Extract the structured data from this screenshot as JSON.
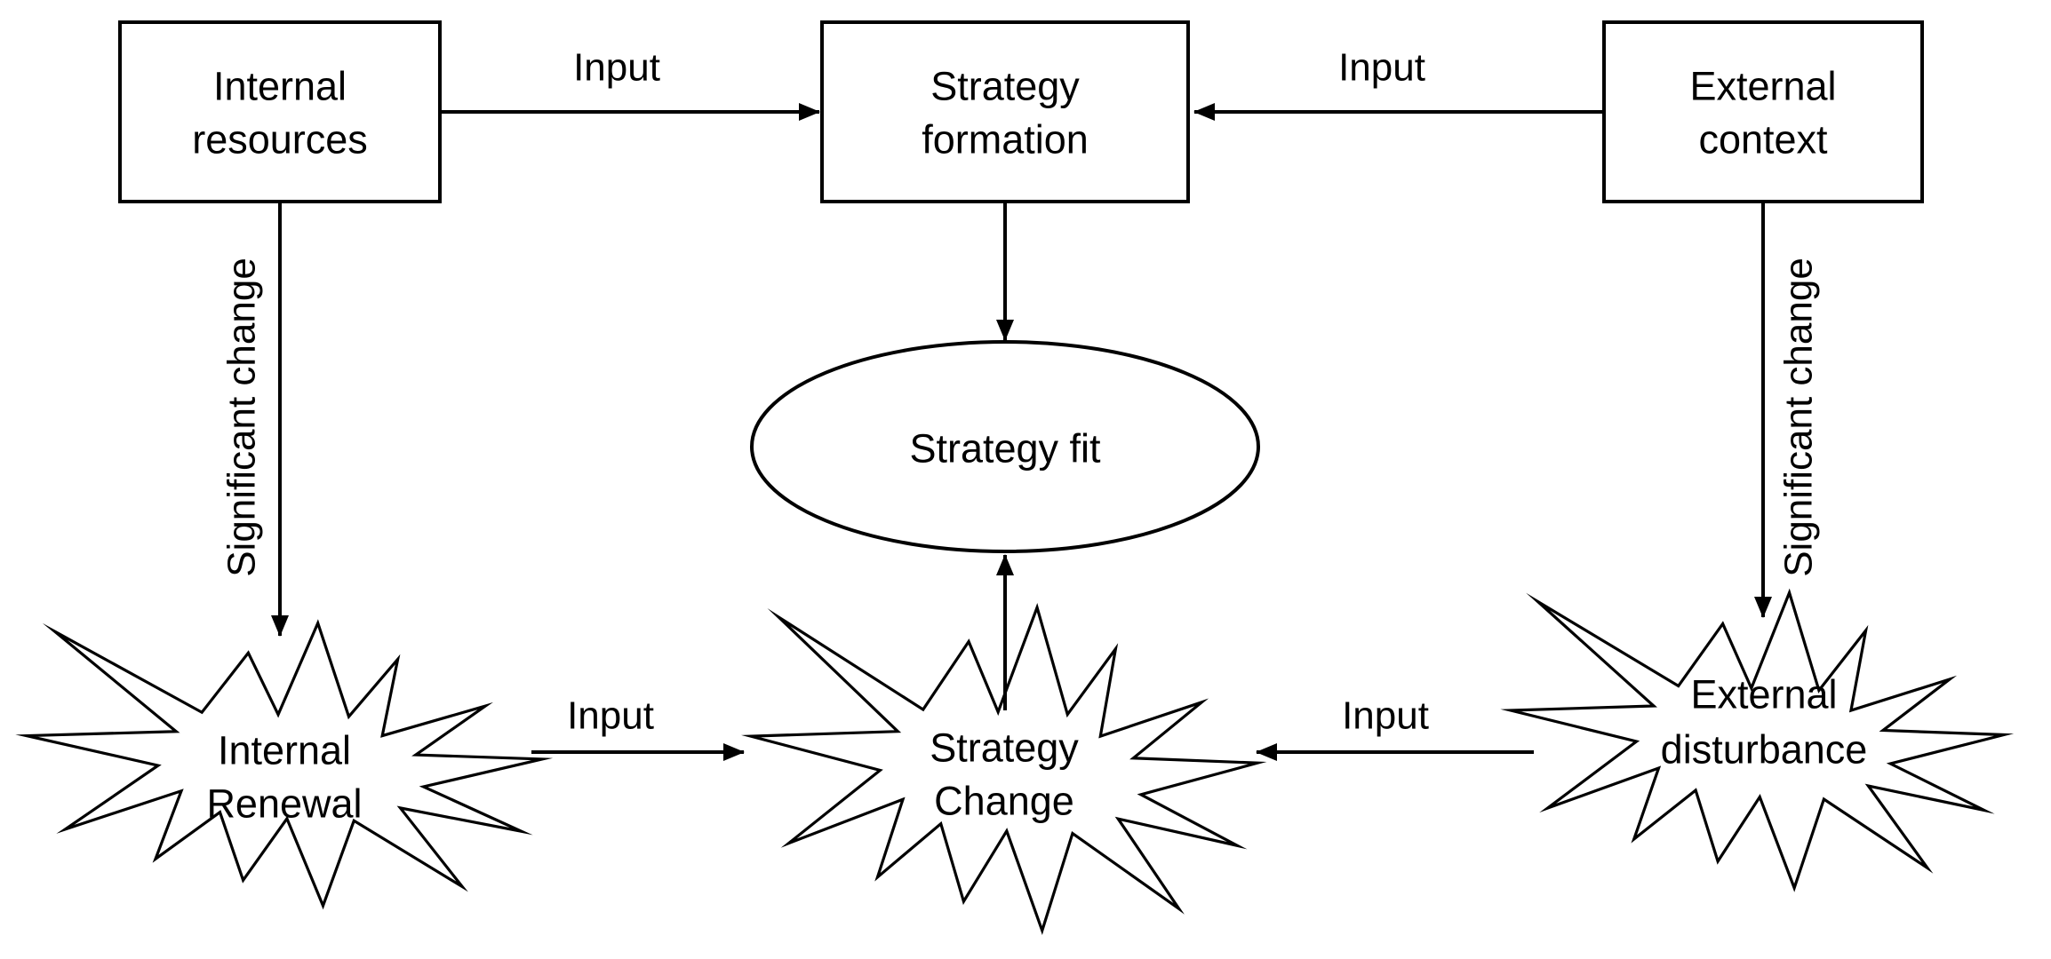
{
  "diagram": {
    "type": "flow-diagram",
    "colors": {
      "background": "#ffffff",
      "stroke": "#000000",
      "text": "#000000"
    },
    "nodes": {
      "internal_resources": {
        "shape": "rectangle",
        "line1": "Internal",
        "line2": "resources"
      },
      "strategy_formation": {
        "shape": "rectangle",
        "line1": "Strategy",
        "line2": "formation"
      },
      "external_context": {
        "shape": "rectangle",
        "line1": "External",
        "line2": "context"
      },
      "strategy_fit": {
        "shape": "ellipse",
        "label": "Strategy fit"
      },
      "internal_renewal": {
        "shape": "explosion",
        "line1": "Internal",
        "line2": "Renewal"
      },
      "strategy_change": {
        "shape": "explosion",
        "line1": "Strategy",
        "line2": "Change"
      },
      "external_disturbance": {
        "shape": "explosion",
        "line1": "External",
        "line2": "disturbance"
      }
    },
    "edges": [
      {
        "from": "internal_resources",
        "to": "strategy_formation",
        "label": "Input"
      },
      {
        "from": "external_context",
        "to": "strategy_formation",
        "label": "Input"
      },
      {
        "from": "strategy_formation",
        "to": "strategy_fit",
        "label": ""
      },
      {
        "from": "internal_resources",
        "to": "internal_renewal",
        "label": "Significant change"
      },
      {
        "from": "external_context",
        "to": "external_disturbance",
        "label": "Significant change"
      },
      {
        "from": "internal_renewal",
        "to": "strategy_change",
        "label": "Input"
      },
      {
        "from": "external_disturbance",
        "to": "strategy_change",
        "label": "Input"
      },
      {
        "from": "strategy_change",
        "to": "strategy_fit",
        "label": ""
      }
    ]
  }
}
